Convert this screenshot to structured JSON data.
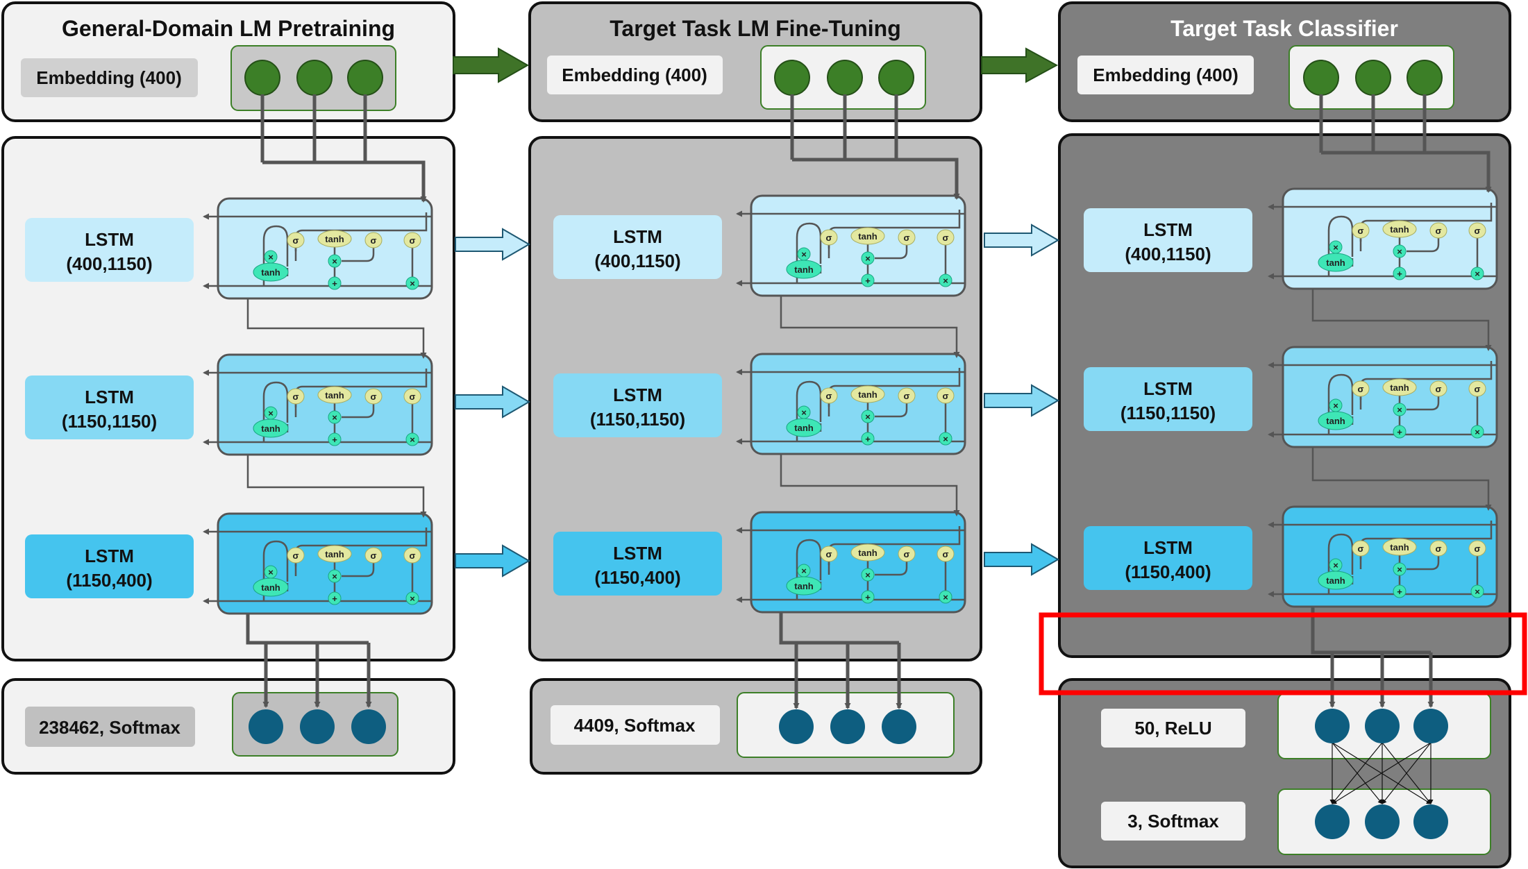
{
  "columns": [
    {
      "id": "pretraining",
      "title": "General-Domain LM Pretraining",
      "embedding_label": "Embedding (400)",
      "lstm_layers": [
        {
          "line1": "LSTM",
          "line2": "(400,1150)"
        },
        {
          "line1": "LSTM",
          "line2": "(1150,1150)"
        },
        {
          "line1": "LSTM",
          "line2": "(1150,400)"
        }
      ],
      "output_label": "238462, Softmax"
    },
    {
      "id": "finetuning",
      "title": "Target Task LM Fine-Tuning",
      "embedding_label": "Embedding (400)",
      "lstm_layers": [
        {
          "line1": "LSTM",
          "line2": "(400,1150)"
        },
        {
          "line1": "LSTM",
          "line2": "(1150,1150)"
        },
        {
          "line1": "LSTM",
          "line2": "(1150,400)"
        }
      ],
      "output_label": "4409, Softmax"
    },
    {
      "id": "classifier",
      "title": "Target Task Classifier",
      "embedding_label": "Embedding (400)",
      "lstm_layers": [
        {
          "line1": "LSTM",
          "line2": "(400,1150)"
        },
        {
          "line1": "LSTM",
          "line2": "(1150,1150)"
        },
        {
          "line1": "LSTM",
          "line2": "(1150,400)"
        }
      ],
      "hidden_label": "50, ReLU",
      "output_label": "3, Softmax"
    }
  ],
  "lstm_cell_symbols": {
    "sigma": "σ",
    "tanh": "tanh",
    "multiply": "×",
    "add": "+"
  },
  "icons": [
    "neuron-node",
    "lstm-cell",
    "transfer-arrow",
    "highlight-box"
  ],
  "colors": {
    "col1_bg": "#f2f2f2",
    "col2_bg": "#bfbfbf",
    "col3_bg": "#7f7f7f",
    "title_dark": "#111111",
    "title_light": "#ffffff",
    "embedding_node": "#3c7f27",
    "output_node": "#0e5e80",
    "big_arrow": "#3f7328",
    "lstm_light": "#c5ecfb",
    "lstm_mid": "#86d9f4",
    "lstm_dark": "#45c4ee",
    "highlight": "#ff0000",
    "gate_yellow": "#e3e8a0",
    "op_teal": "#3ee6b6"
  }
}
